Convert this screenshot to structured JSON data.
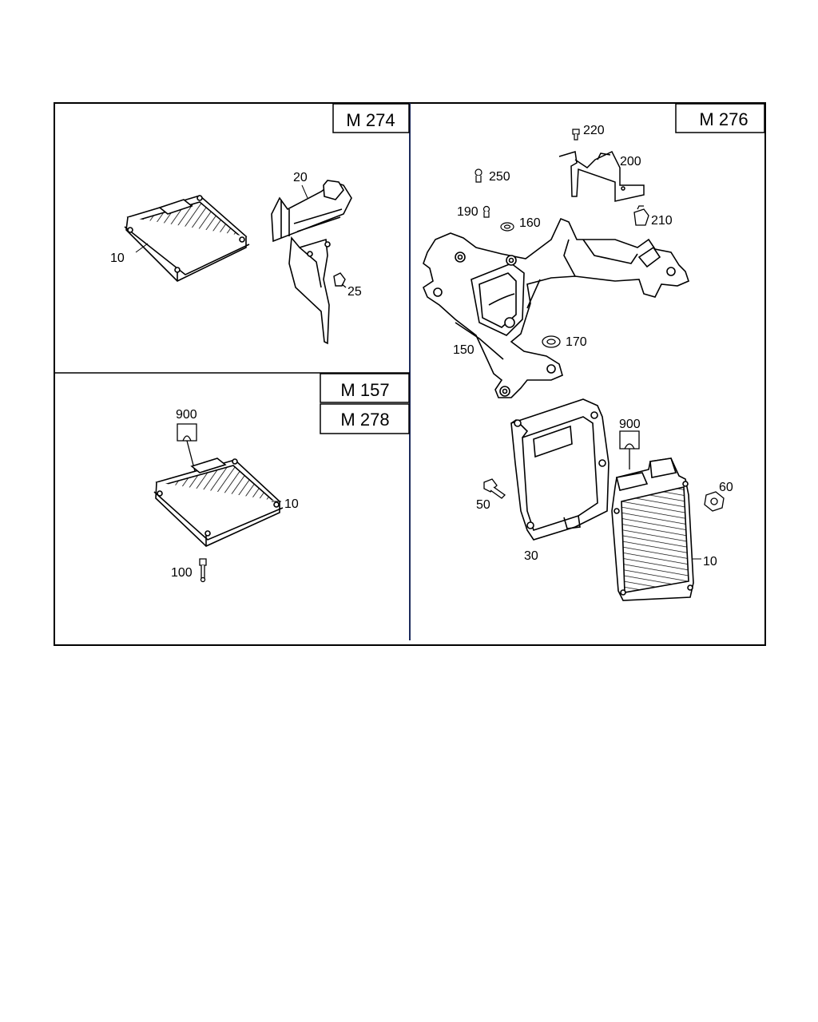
{
  "panels": {
    "m274": {
      "engine": "M 274",
      "parts": {
        "p10": "10",
        "p20": "20",
        "p25": "25"
      }
    },
    "m157_278": {
      "engines": [
        "M 157",
        "M 278"
      ],
      "parts": {
        "p900": "900",
        "p10": "10",
        "p100": "100"
      }
    },
    "m276": {
      "engine": "M 276",
      "parts": {
        "p220": "220",
        "p200": "200",
        "p250": "250",
        "p190": "190",
        "p160": "160",
        "p210": "210",
        "p150": "150",
        "p170": "170",
        "p900": "900",
        "p60": "60",
        "p50": "50",
        "p30": "30",
        "p10": "10"
      }
    }
  },
  "colors": {
    "frame": "#000000",
    "divider": "#1c2a5c",
    "part_line": "#000000"
  }
}
